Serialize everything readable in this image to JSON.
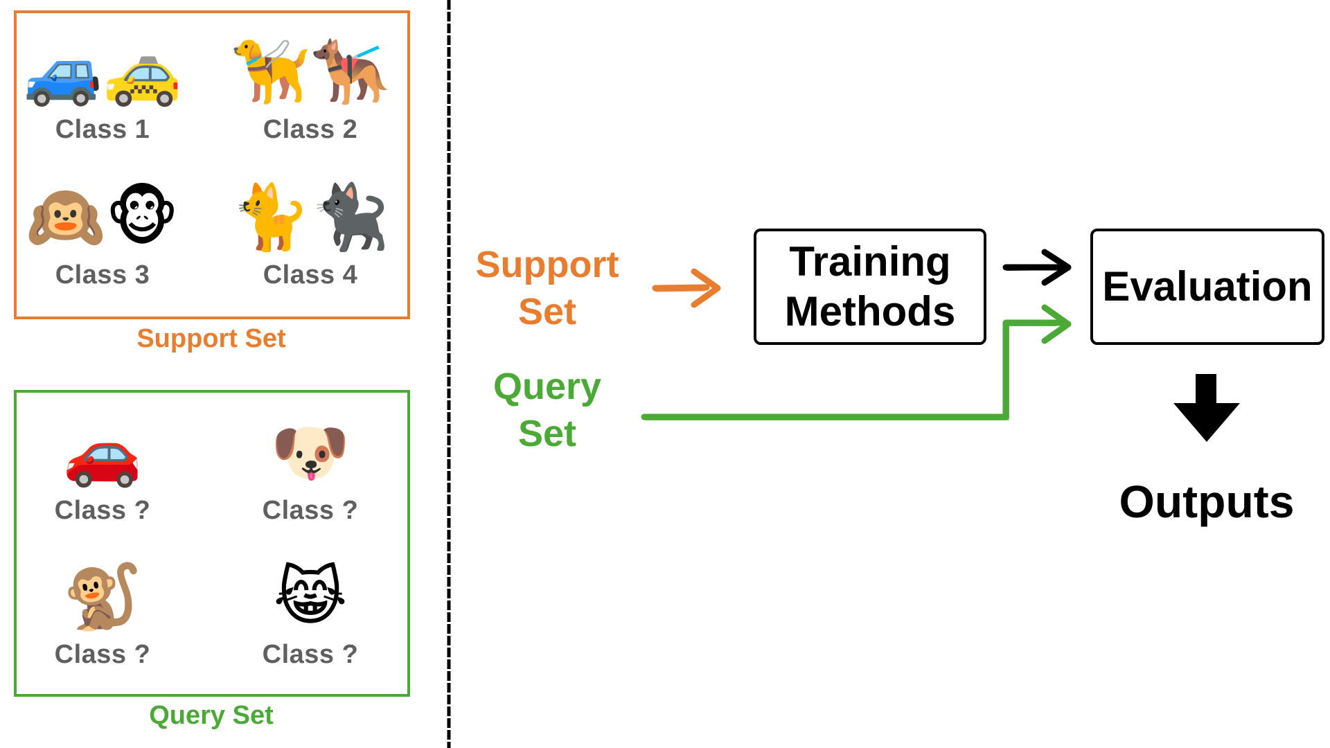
{
  "colors": {
    "support": "#E87D2F",
    "query": "#4BAA35",
    "class_label": "#5f5f5f",
    "ink": "#000000"
  },
  "support_set": {
    "caption": "Support Set",
    "cells": [
      {
        "label": "Class 1",
        "emoji": [
          "🚙",
          "🚕"
        ],
        "icons": [
          "car-icon",
          "taxi-icon"
        ]
      },
      {
        "label": "Class 2",
        "emoji": [
          "🦮",
          "🐕‍🦺"
        ],
        "icons": [
          "guide-dog-icon",
          "service-dog-icon"
        ]
      },
      {
        "label": "Class 3",
        "emoji": [
          "🙉",
          "🐵"
        ],
        "icons": [
          "hear-no-evil-monkey-icon",
          "monkey-face-icon"
        ]
      },
      {
        "label": "Class 4",
        "emoji": [
          "🐈",
          "🐈‍⬛"
        ],
        "icons": [
          "cat-icon",
          "black-cat-icon"
        ]
      }
    ]
  },
  "query_set": {
    "caption": "Query Set",
    "cells": [
      {
        "label": "Class ?",
        "emoji": [
          "🚗"
        ],
        "icons": [
          "red-car-icon"
        ]
      },
      {
        "label": "Class ?",
        "emoji": [
          "🐶"
        ],
        "icons": [
          "dog-face-icon"
        ]
      },
      {
        "label": "Class ?",
        "emoji": [
          "🐒"
        ],
        "icons": [
          "monkey-icon"
        ]
      },
      {
        "label": "Class ?",
        "emoji": [
          "😹"
        ],
        "icons": [
          "cat-tears-of-joy-icon"
        ]
      }
    ]
  },
  "flow": {
    "support_label": [
      "Support",
      "Set"
    ],
    "query_label": [
      "Query",
      "Set"
    ],
    "training_box": [
      "Training",
      "Methods"
    ],
    "evaluation_box": "Evaluation",
    "outputs": "Outputs"
  }
}
